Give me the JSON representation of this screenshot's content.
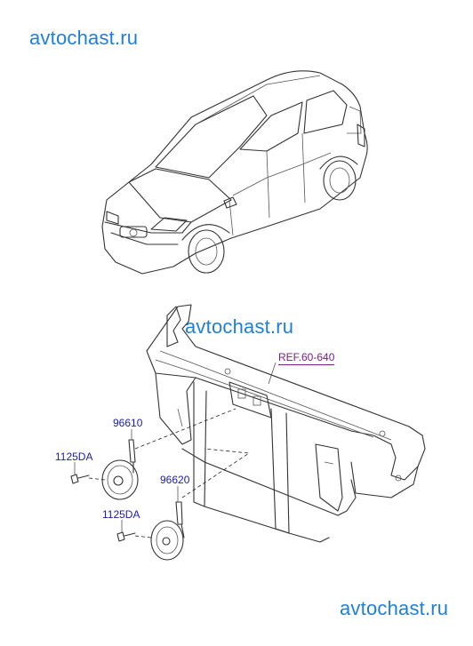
{
  "watermarks": {
    "top_left": "avtochast.ru",
    "middle": "avtochast.ru",
    "bottom_right": "avtochast.ru"
  },
  "reference": {
    "label": "REF.60-640"
  },
  "parts": [
    {
      "number": "96610"
    },
    {
      "number": "1125DA"
    },
    {
      "number": "96620"
    },
    {
      "number": "1125DA"
    }
  ],
  "colors": {
    "watermark": "#1f7fd6",
    "part_number": "#1a1ab0",
    "reference": "#7a1f8c",
    "line_art": "#333333"
  }
}
